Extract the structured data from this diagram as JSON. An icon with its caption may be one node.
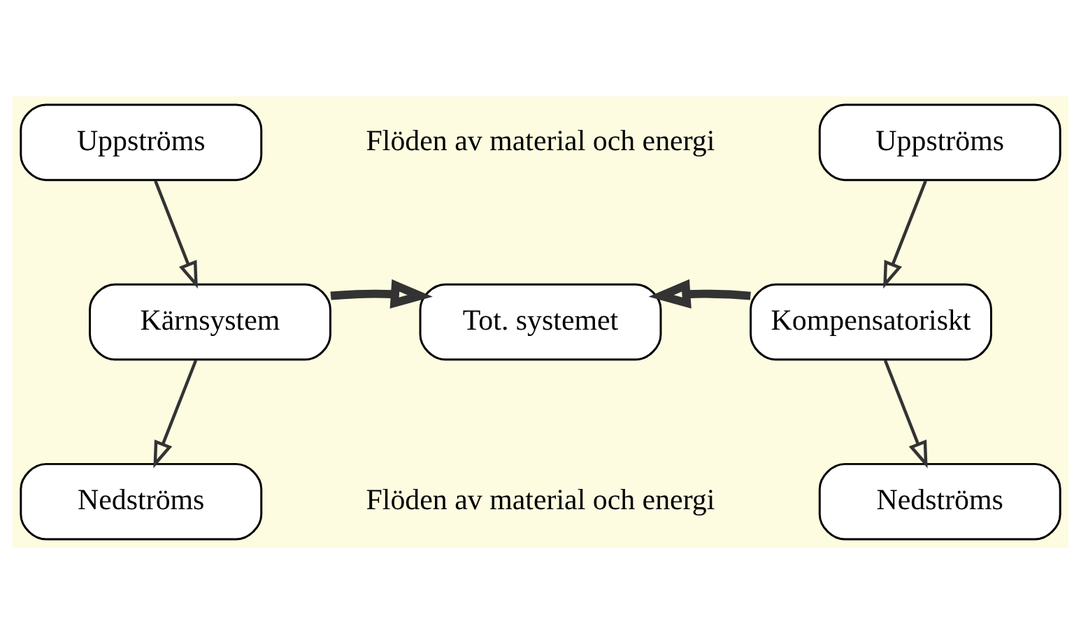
{
  "diagram": {
    "nodes": [
      {
        "text": [
          "Uppströms"
        ]
      },
      {
        "text": [
          "Kärnsystem"
        ]
      },
      {
        "text": [
          "Nedströms"
        ]
      },
      {
        "text": [
          "Tot. systemet"
        ]
      },
      {
        "text": [
          "Uppströms"
        ]
      },
      {
        "text": [
          "Kompensatoriskt"
        ]
      },
      {
        "text": [
          "Nedströms"
        ]
      }
    ],
    "edges": [
      {
        "from": 0,
        "to": 1,
        "arrow": "to"
      },
      {
        "from": 1,
        "to": 2,
        "arrow": "to"
      },
      {
        "from": 1,
        "to": 3,
        "arrow": "to",
        "style": "thick"
      },
      {
        "from": 5,
        "to": 3,
        "arrow": "to",
        "style": "thick"
      },
      {
        "from": 4,
        "to": 5,
        "arrow": "to"
      },
      {
        "from": 5,
        "to": 6,
        "arrow": "to"
      }
    ],
    "labels": [
      "Flöden av material och energi",
      "Flöden av material och energi"
    ]
  }
}
